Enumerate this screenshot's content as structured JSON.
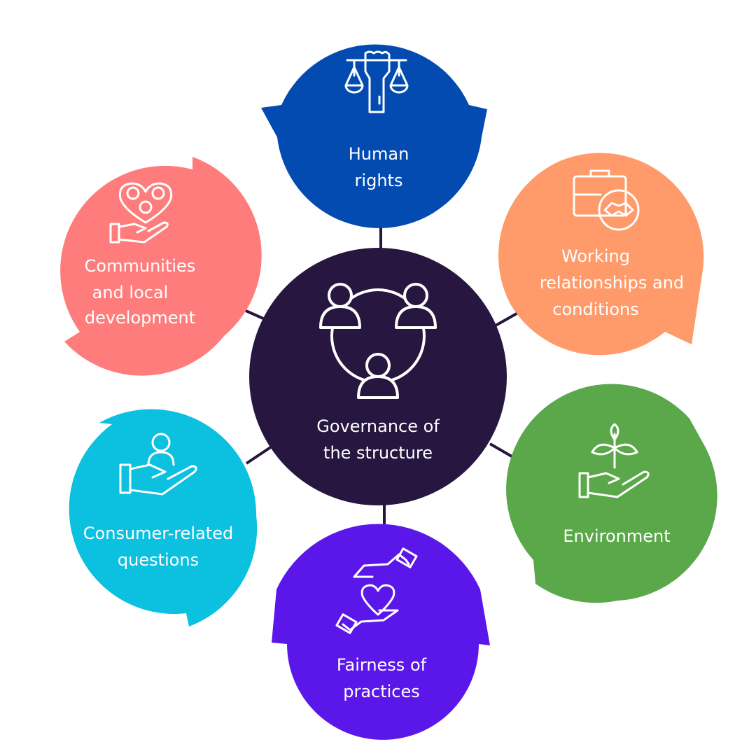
{
  "center": {
    "label_line1": "Governance of",
    "label_line2": "the structure",
    "color": "#27163f",
    "icon": "people-circle-icon"
  },
  "topics": [
    {
      "id": "human-rights",
      "line1": "Human",
      "line2": "rights",
      "line3": "",
      "color": "#034bb0",
      "icon": "fist-scales-icon"
    },
    {
      "id": "working-relationships",
      "line1": "Working",
      "line2": "relationships and",
      "line3": "conditions",
      "color": "#ff9a6a",
      "icon": "briefcase-handshake-icon"
    },
    {
      "id": "environment",
      "line1": "Environment",
      "line2": "",
      "line3": "",
      "color": "#5aa84a",
      "icon": "hand-plant-icon"
    },
    {
      "id": "fairness",
      "line1": "Fairness of",
      "line2": "practices",
      "line3": "",
      "color": "#5b17ea",
      "icon": "hands-heart-icon"
    },
    {
      "id": "consumer",
      "line1": "Consumer-related",
      "line2": "questions",
      "line3": "",
      "color": "#0cc0df",
      "icon": "hand-person-icon"
    },
    {
      "id": "communities",
      "line1": "Communities",
      "line2": "and local",
      "line3": "development",
      "color": "#ff7c7c",
      "icon": "heart-people-hand-icon"
    }
  ]
}
